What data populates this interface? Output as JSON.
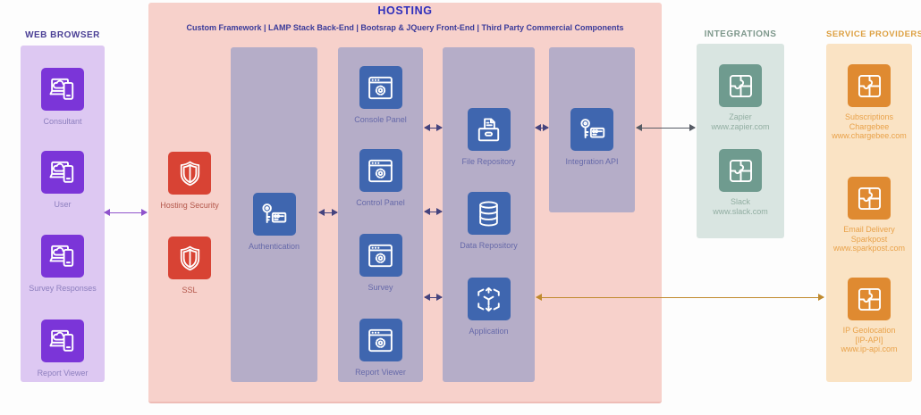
{
  "colors": {
    "web_panel_bg": "#ddc8f2",
    "web_icon": "#7b35d8",
    "hosting_bg": "#f7d1cb",
    "inner_panel_bg": "#b5adc8",
    "blue_icon": "#3f66af",
    "red_icon": "#d84334",
    "integrations_panel_bg": "#d9e5e1",
    "teal_icon": "#6f9b8f",
    "providers_panel_bg": "#fae3c4",
    "orange_icon": "#df8a31",
    "hosting_title_color": "#2e2ebc",
    "arrow_purple": "#8f53cc",
    "arrow_navy": "#44437e",
    "arrow_gray": "#565b64",
    "arrow_orange": "#c08a2e"
  },
  "web_browser": {
    "title": "WEB BROWSER",
    "items": [
      {
        "label": "Consultant",
        "icon": "devices-icon"
      },
      {
        "label": "User",
        "icon": "devices-icon"
      },
      {
        "label": "Survey Responses",
        "icon": "devices-icon"
      },
      {
        "label": "Report Viewer",
        "icon": "devices-icon"
      }
    ]
  },
  "hosting": {
    "title": "HOSTING",
    "subtitle": "Custom Framework | LAMP Stack Back-End | Bootsrap & JQuery Front-End | Third Party Commercial Components",
    "security": [
      {
        "label": "Hosting Security",
        "icon": "shield-icon"
      },
      {
        "label": "SSL",
        "icon": "shield-icon"
      }
    ],
    "authentication": {
      "label": "Authentication",
      "icon": "key-card-icon"
    },
    "app_panels": [
      {
        "label": "Console Panel",
        "icon": "browser-gear-icon"
      },
      {
        "label": "Control Panel",
        "icon": "browser-gear-icon"
      },
      {
        "label": "Survey",
        "icon": "browser-gear-icon"
      },
      {
        "label": "Report Viewer",
        "icon": "browser-gear-icon"
      }
    ],
    "data_services": [
      {
        "label": "File Repository",
        "icon": "file-drawer-icon"
      },
      {
        "label": "Data Repository",
        "icon": "database-icon"
      },
      {
        "label": "Application",
        "icon": "cube-icon"
      }
    ],
    "integration_api": {
      "label": "Integration API",
      "icon": "key-card-icon"
    }
  },
  "integrations": {
    "title": "INTEGRATIONS",
    "items": [
      {
        "name": "Zapier",
        "url": "www.zapier.com",
        "icon": "puzzle-icon"
      },
      {
        "name": "Slack",
        "url": "www.slack.com",
        "icon": "puzzle-icon"
      }
    ]
  },
  "service_providers": {
    "title": "SERVICE PROVIDERS",
    "items": [
      {
        "line1": "Subscriptions",
        "line2": "Chargebee",
        "url": "www.chargebee.com",
        "icon": "puzzle-icon"
      },
      {
        "line1": "Email Delivery",
        "line2": "Sparkpost",
        "url": "www.sparkpost.com",
        "icon": "puzzle-icon"
      },
      {
        "line1": "IP Geolocation",
        "line2": "[IP-API]",
        "url": "www.ip-api.com",
        "icon": "puzzle-icon"
      }
    ]
  }
}
